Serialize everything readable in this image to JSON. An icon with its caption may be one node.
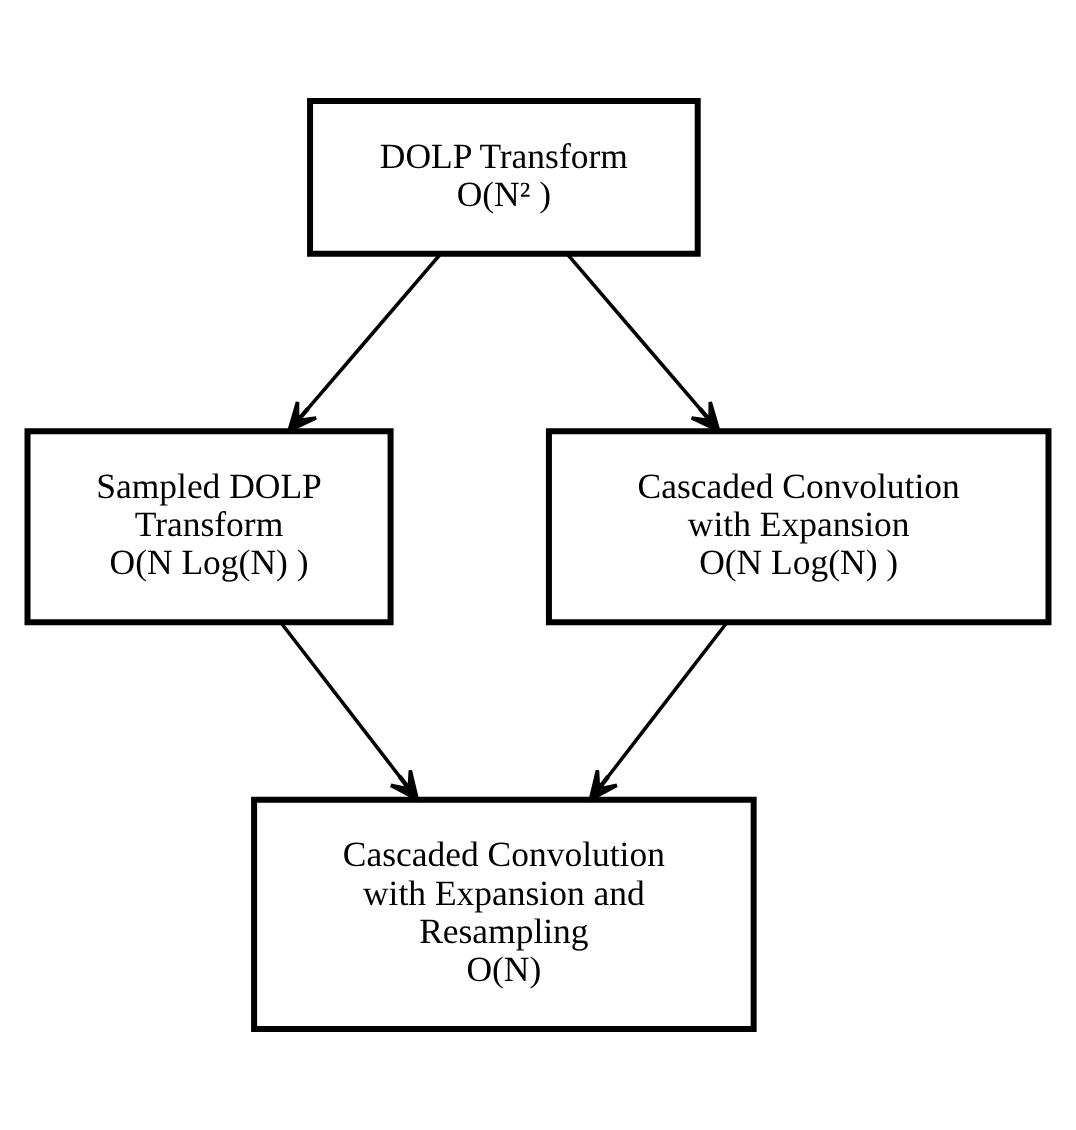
{
  "diagram": {
    "nodes": [
      {
        "text": [
          "DOLP Transform",
          "O(N² )"
        ]
      },
      {
        "text": [
          "Sampled DOLP Transform",
          "O(N Log(N) )"
        ]
      },
      {
        "text": [
          "Cascaded Convolution with Expansion",
          "O(N Log(N) )"
        ]
      },
      {
        "text": [
          "Cascaded Convolution with Expansion and Resampling",
          "O(N)"
        ]
      }
    ],
    "edges": [
      {
        "from": 0,
        "to": 1,
        "arrow": "to"
      },
      {
        "from": 0,
        "to": 2,
        "arrow": "to"
      },
      {
        "from": 1,
        "to": 3,
        "arrow": "to"
      },
      {
        "from": 2,
        "to": 3,
        "arrow": "to"
      }
    ]
  }
}
